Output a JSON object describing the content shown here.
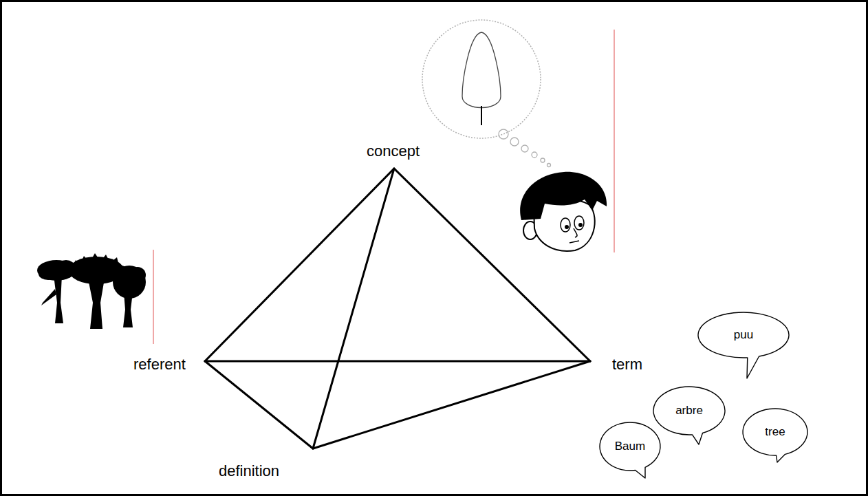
{
  "diagram": {
    "nodes": [
      {
        "text": [
          "concept"
        ]
      },
      {
        "text": [
          "referent"
        ]
      },
      {
        "text": [
          "term"
        ]
      },
      {
        "text": [
          "definition"
        ]
      },
      {
        "text": [
          "puu"
        ]
      },
      {
        "text": [
          "arbre"
        ]
      },
      {
        "text": [
          "tree"
        ]
      },
      {
        "text": [
          "Baum"
        ]
      }
    ],
    "edges": [
      {
        "from": 0,
        "to": 1,
        "arrow": "none"
      },
      {
        "from": 0,
        "to": 2,
        "arrow": "none"
      },
      {
        "from": 0,
        "to": 3,
        "arrow": "none"
      },
      {
        "from": 1,
        "to": 2,
        "arrow": "none"
      },
      {
        "from": 1,
        "to": 3,
        "arrow": "none"
      },
      {
        "from": 3,
        "to": 2,
        "arrow": "none"
      }
    ]
  }
}
